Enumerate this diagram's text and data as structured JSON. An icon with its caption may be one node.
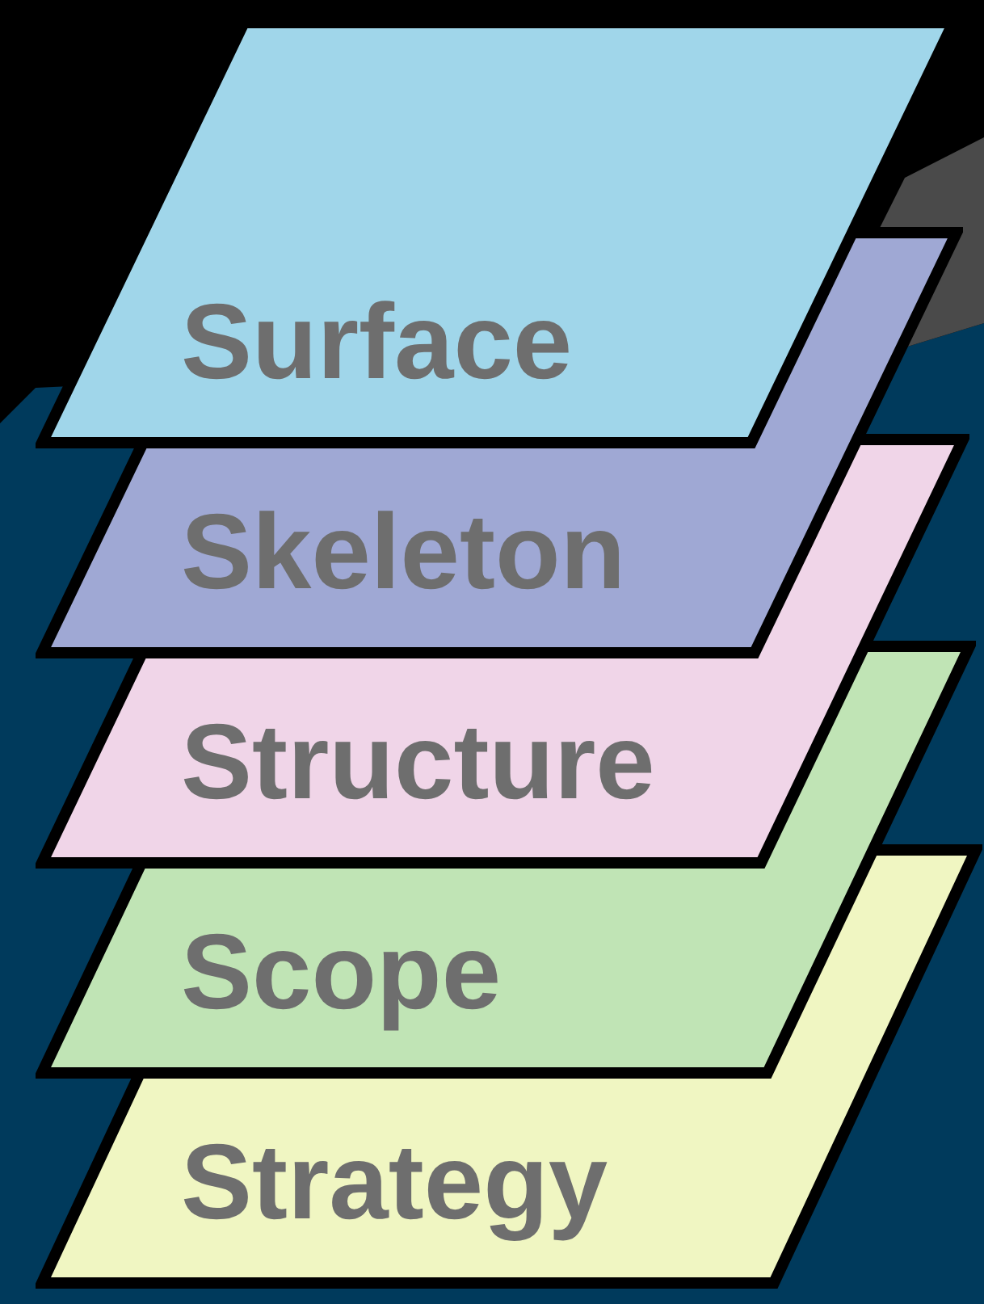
{
  "diagram": {
    "nodes": [
      {
        "text": [
          "Surface"
        ]
      },
      {
        "text": [
          "Skeleton"
        ]
      },
      {
        "text": [
          "Structure"
        ]
      },
      {
        "text": [
          "Scope"
        ]
      },
      {
        "text": [
          "Strategy"
        ]
      }
    ]
  }
}
